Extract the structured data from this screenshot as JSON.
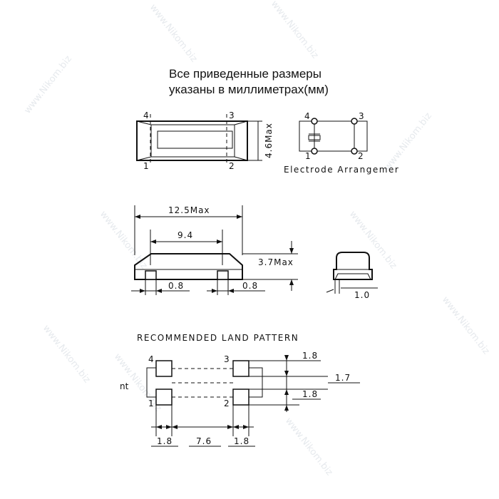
{
  "caption": {
    "line1": "Все приведенные размеры",
    "line2": "указаны в миллиметрах(мм)"
  },
  "top_view": {
    "pins": [
      "4",
      "3",
      "1",
      "2"
    ],
    "height_dim": "4.6Max"
  },
  "electrode": {
    "pins": [
      "4",
      "3",
      "1",
      "2"
    ],
    "label": "Electrode  Arrangemer"
  },
  "side_view": {
    "length_dim": "12.5Max",
    "pad_span_dim": "9.4",
    "height_dim": "3.7Max",
    "left_pad_dim": "0.8",
    "right_pad_dim": "0.8"
  },
  "end_view": {
    "dim": "1.0"
  },
  "land_pattern": {
    "title": "RECOMMENDED  LAND  PATTERN",
    "pins": [
      "4",
      "3",
      "1",
      "2"
    ],
    "right_dims": [
      "1.8",
      "1.7",
      "1.8"
    ],
    "bottom_dims": [
      "1.8",
      "7.6",
      "1.8"
    ],
    "cut_text": "nt"
  },
  "watermark": "www.Nikom.biz"
}
